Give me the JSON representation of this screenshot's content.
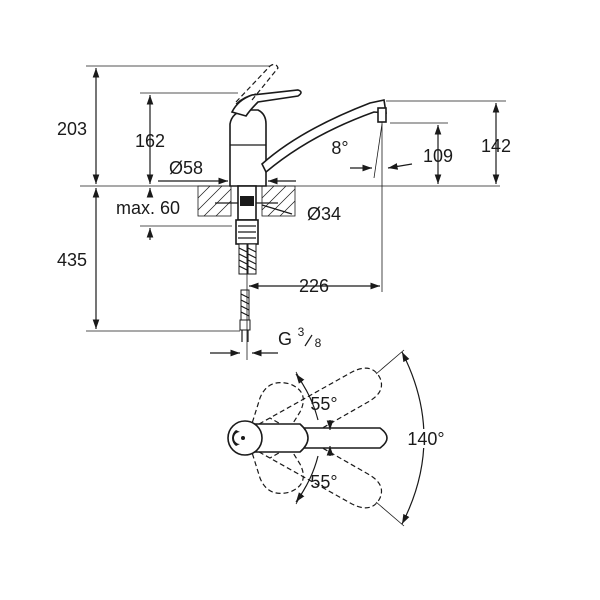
{
  "dimensions": {
    "total_height": "203",
    "lever_height": "162",
    "base_diameter": "Ø58",
    "counter_top_max": "max. 60",
    "hole_diameter": "Ø34",
    "spout_angle": "8°",
    "spout_outlet_height": "109",
    "spout_height": "142",
    "hose_length": "435",
    "spout_reach": "226",
    "connection_thread_prefix": "G",
    "connection_thread_numerator": "3",
    "connection_thread_denominator": "8"
  },
  "plan_view": {
    "lever_angle_up": "55°",
    "lever_angle_down": "55°",
    "spout_swivel_angle": "140°"
  }
}
